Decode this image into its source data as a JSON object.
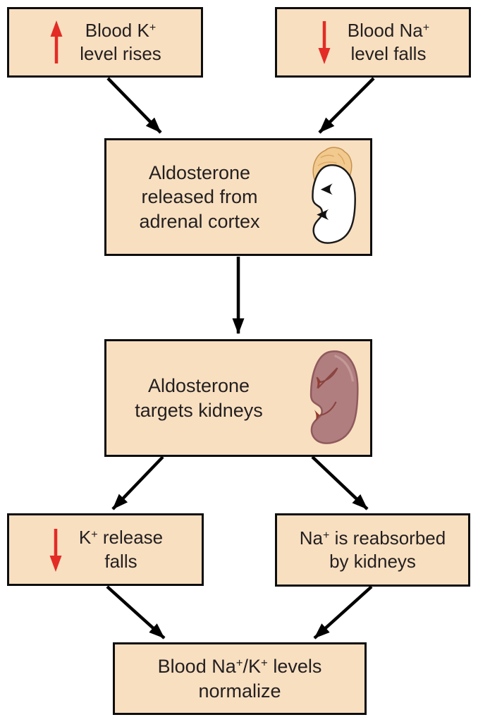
{
  "diagram": {
    "type": "flowchart",
    "topic": "Aldosterone regulation of blood Na+/K+ levels"
  },
  "colors": {
    "box_fill": "#f8dfc0",
    "box_border": "#0d0d0d",
    "connector_arrow": "#000000",
    "indicator_red": "#e22c25",
    "adrenal_gland_tan": "#f2c98e",
    "kidney_white": "#ffffff",
    "kidney_mauve": "#b17e7f"
  },
  "nodes": {
    "blood_k_rises": {
      "line1_pre": "Blood K",
      "line1_sup": "+",
      "line2": "level rises",
      "indicator": "red-up-arrow"
    },
    "blood_na_falls": {
      "line1_pre": "Blood Na",
      "line1_sup": "+",
      "line2": "level falls",
      "indicator": "red-down-arrow"
    },
    "aldosterone_released": {
      "line1": "Aldosterone",
      "line2": "released from",
      "line3": "adrenal cortex",
      "icon": "adrenal-gland-on-kidney"
    },
    "aldosterone_targets": {
      "line1": "Aldosterone",
      "line2": "targets kidneys",
      "icon": "kidney"
    },
    "k_release_falls": {
      "line1_pre": "K",
      "line1_sup": "+",
      "line1_post": " release",
      "line2": "falls",
      "indicator": "red-down-arrow"
    },
    "na_reabsorbed": {
      "line1_pre": "Na",
      "line1_sup": "+",
      "line1_post": " is reabsorbed",
      "line2": "by kidneys"
    },
    "levels_normalize": {
      "line1_pre": "Blood Na",
      "line1_sup_a": "+",
      "line1_mid": "/K",
      "line1_sup_b": "+",
      "line1_post": " levels",
      "line2": "normalize"
    }
  }
}
